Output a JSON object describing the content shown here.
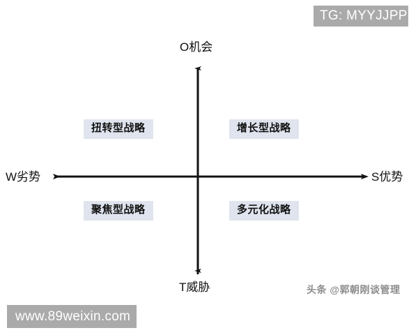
{
  "diagram": {
    "type": "swot-strategy-matrix",
    "axes": {
      "top": "O机会",
      "bottom": "T威胁",
      "left": "W劣势",
      "right": "S优势"
    },
    "quadrants": [
      {
        "id": "wo",
        "position": "top-left",
        "label": "扭转型战略"
      },
      {
        "id": "so",
        "position": "top-right",
        "label": "增长型战略"
      },
      {
        "id": "wt",
        "position": "bottom-left",
        "label": "聚焦型战略"
      },
      {
        "id": "st",
        "position": "bottom-right",
        "label": "多元化战略"
      }
    ],
    "colors": {
      "background": "#ffffff",
      "axis": "#111111",
      "quadrant_box": "#dfe4ee",
      "quadrant_text": "#111111",
      "watermark_band": "#aaaaaa",
      "watermark_band_text": "#ffffff",
      "watermark_author_text": "#8d8d8d"
    }
  },
  "watermarks": {
    "telegram": "TG: MYYJJPP",
    "website": "www.89weixin.com",
    "author": "头条 @郭朝刚谈管理"
  }
}
